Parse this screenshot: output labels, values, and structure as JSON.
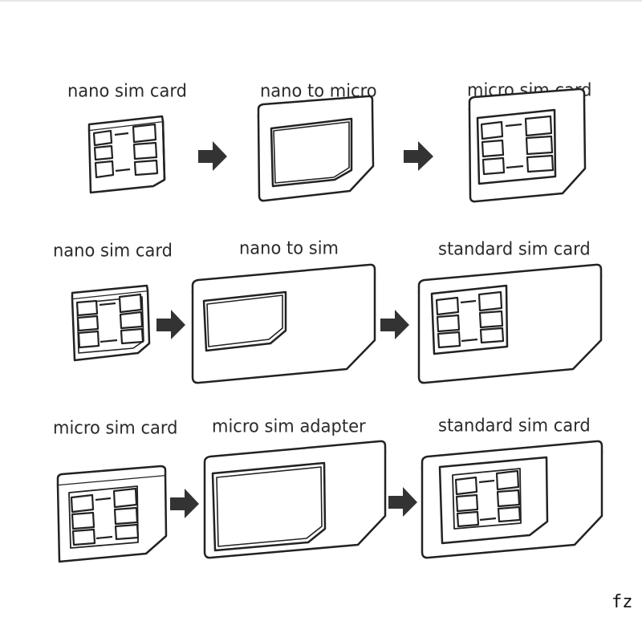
{
  "row1": {
    "label_nano": "nano sim card",
    "label_adapter": "nano to micro",
    "label_result": "micro sim card"
  },
  "row2": {
    "label_nano": "nano sim card",
    "label_adapter": "nano to sim",
    "label_result": "standard sim card"
  },
  "row3": {
    "label_micro": "micro sim card",
    "label_adapter": "micro sim adapter",
    "label_result": "standard sim card"
  },
  "watermark": "fz",
  "colors": {
    "stroke": "#222222",
    "card_fill": "#ffffff",
    "arrow": "#333333",
    "label": "#2b2b2b"
  }
}
